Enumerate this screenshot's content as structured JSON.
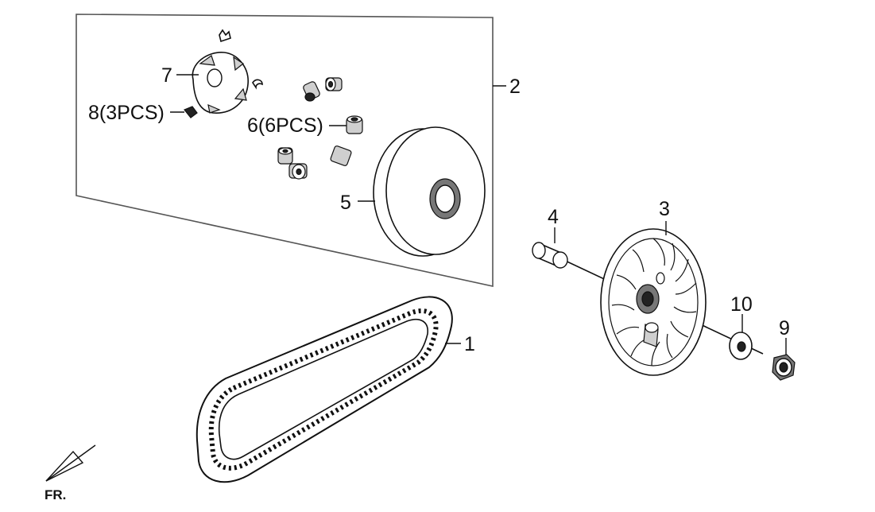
{
  "diagram": {
    "callouts": {
      "p1": "1",
      "p2": "2",
      "p3": "3",
      "p4": "4",
      "p5": "5",
      "p6": "6(6PCS)",
      "p7": "7",
      "p8": "8(3PCS)",
      "p9": "9",
      "p10": "10"
    },
    "orientation_label": "FR."
  }
}
